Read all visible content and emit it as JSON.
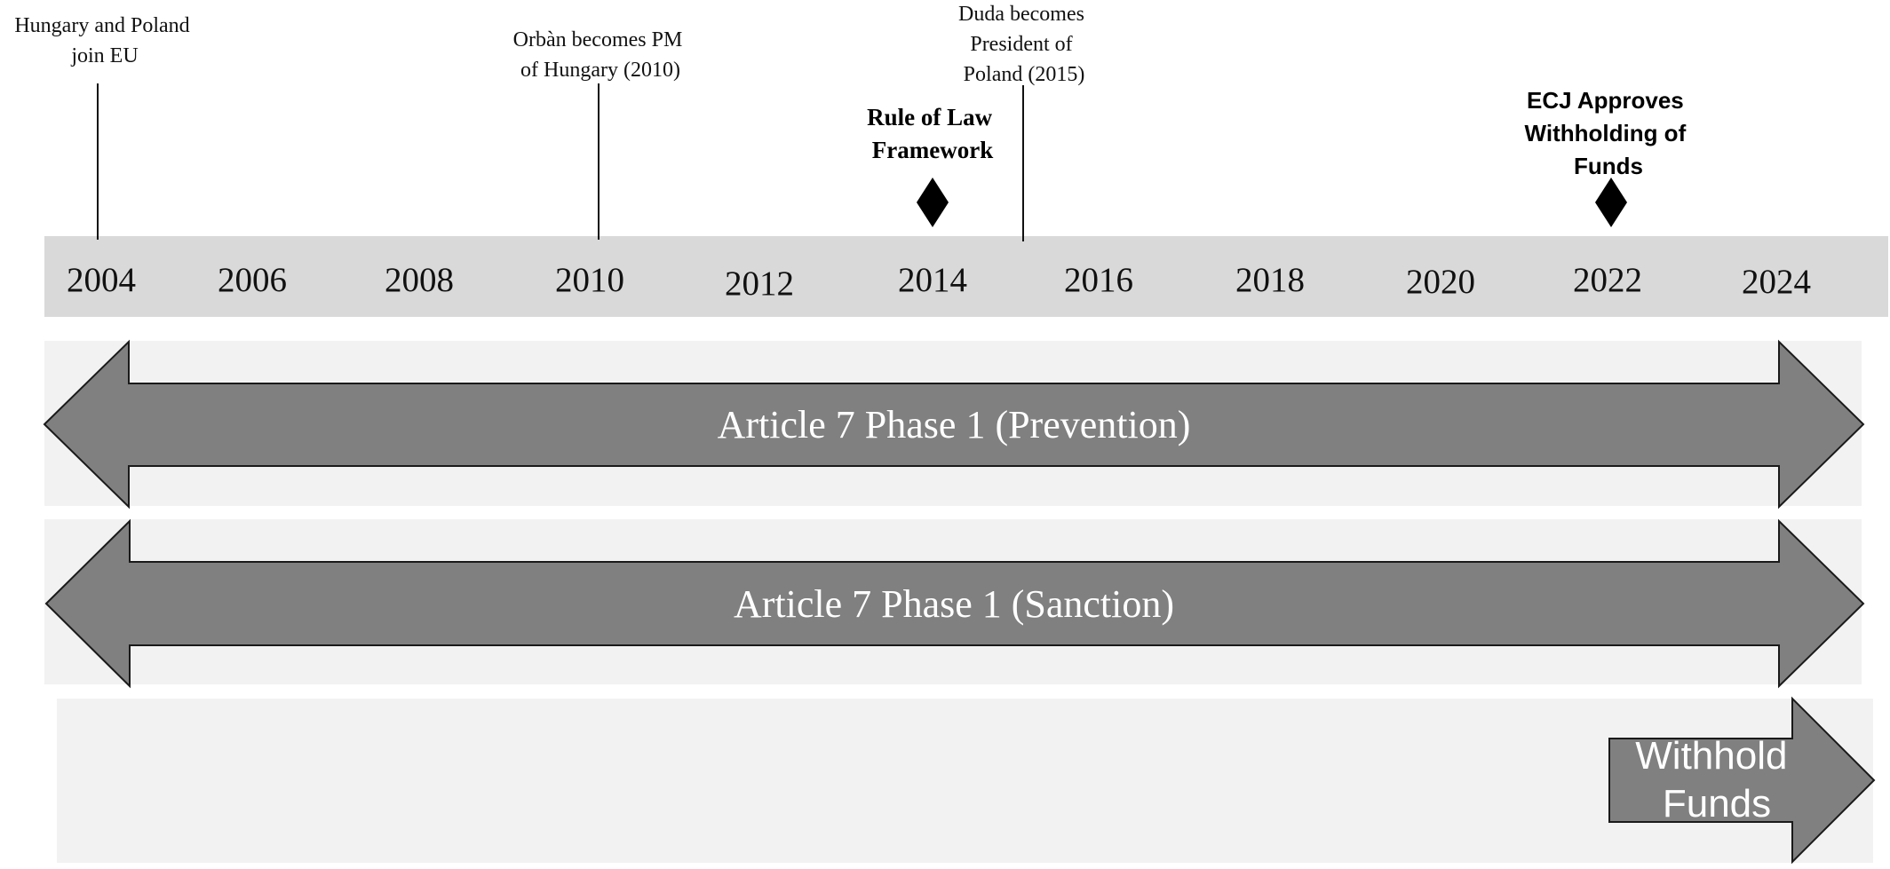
{
  "years": [
    "2004",
    "2006",
    "2008",
    "2010",
    "2012",
    "2014",
    "2016",
    "2018",
    "2020",
    "2022",
    "2024"
  ],
  "events": {
    "eu_join": [
      "Hungary and Poland",
      "join EU"
    ],
    "orban": [
      "Orbàn becomes PM",
      "of Hungary (2010)"
    ],
    "duda": [
      "Duda becomes",
      "President of",
      "Poland (2015)"
    ]
  },
  "milestones": {
    "rule_of_law": [
      "Rule of Law",
      "Framework"
    ],
    "ecj": [
      "ECJ Approves",
      "Withholding of",
      "Funds"
    ]
  },
  "bands": {
    "prevention_label": "Article 7 Phase 1 (Prevention)",
    "sanction_label": "Article 7 Phase 1 (Sanction)",
    "withhold_label": [
      "Withhold",
      "Funds"
    ]
  },
  "colors": {
    "axis_band": "#d9d9d9",
    "lane_band": "#f2f2f2",
    "arrow_fill": "#808080",
    "arrow_stroke": "#1a1a1a",
    "text_dark": "#111111",
    "text_light": "#ffffff"
  }
}
